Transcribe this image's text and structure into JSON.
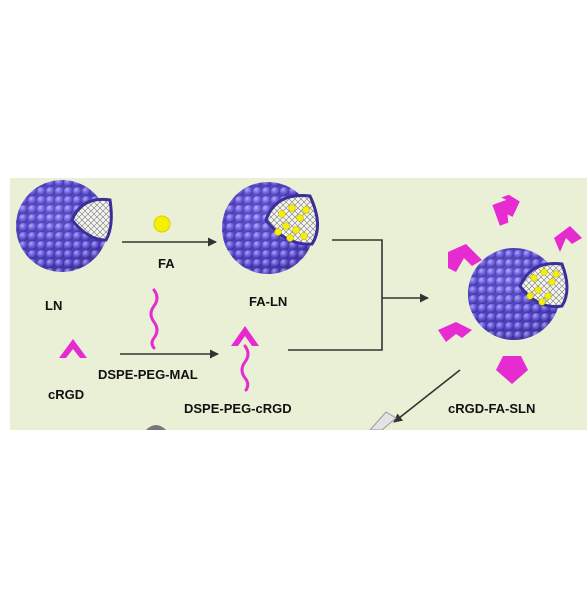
{
  "labels": {
    "ln": "LN",
    "fa": "FA",
    "fa_ln": "FA-LN",
    "crgd": "cRGD",
    "dspe_peg_mal": "DSPE-PEG-MAL",
    "dspe_peg_crgd": "DSPE-PEG-cRGD",
    "crgd_fa_sln": "cRGD-FA-SLN"
  },
  "colors": {
    "panel_background": "#eaf0d6",
    "nanoparticle": "#6a5acd",
    "fa_molecule": "#f5f000",
    "peptide_magenta": "#e62bd0",
    "arrow": "#333333"
  }
}
